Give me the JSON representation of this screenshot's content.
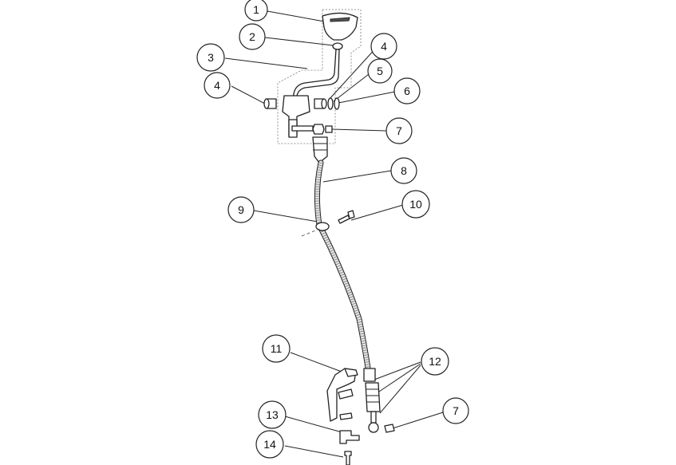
{
  "callouts": [
    {
      "id": "c1",
      "label": "1"
    },
    {
      "id": "c2",
      "label": "2"
    },
    {
      "id": "c3",
      "label": "3"
    },
    {
      "id": "c4a",
      "label": "4"
    },
    {
      "id": "c4b",
      "label": "4"
    },
    {
      "id": "c5",
      "label": "5"
    },
    {
      "id": "c6",
      "label": "6"
    },
    {
      "id": "c7a",
      "label": "7"
    },
    {
      "id": "c8",
      "label": "8"
    },
    {
      "id": "c9",
      "label": "9"
    },
    {
      "id": "c10",
      "label": "10"
    },
    {
      "id": "c11",
      "label": "11"
    },
    {
      "id": "c12",
      "label": "12"
    },
    {
      "id": "c7b",
      "label": "7"
    },
    {
      "id": "c13",
      "label": "13"
    },
    {
      "id": "c14",
      "label": "14"
    }
  ],
  "colors": {
    "line": "#222222",
    "background": "#ffffff",
    "hose_ribs": "#8a8a8a"
  }
}
